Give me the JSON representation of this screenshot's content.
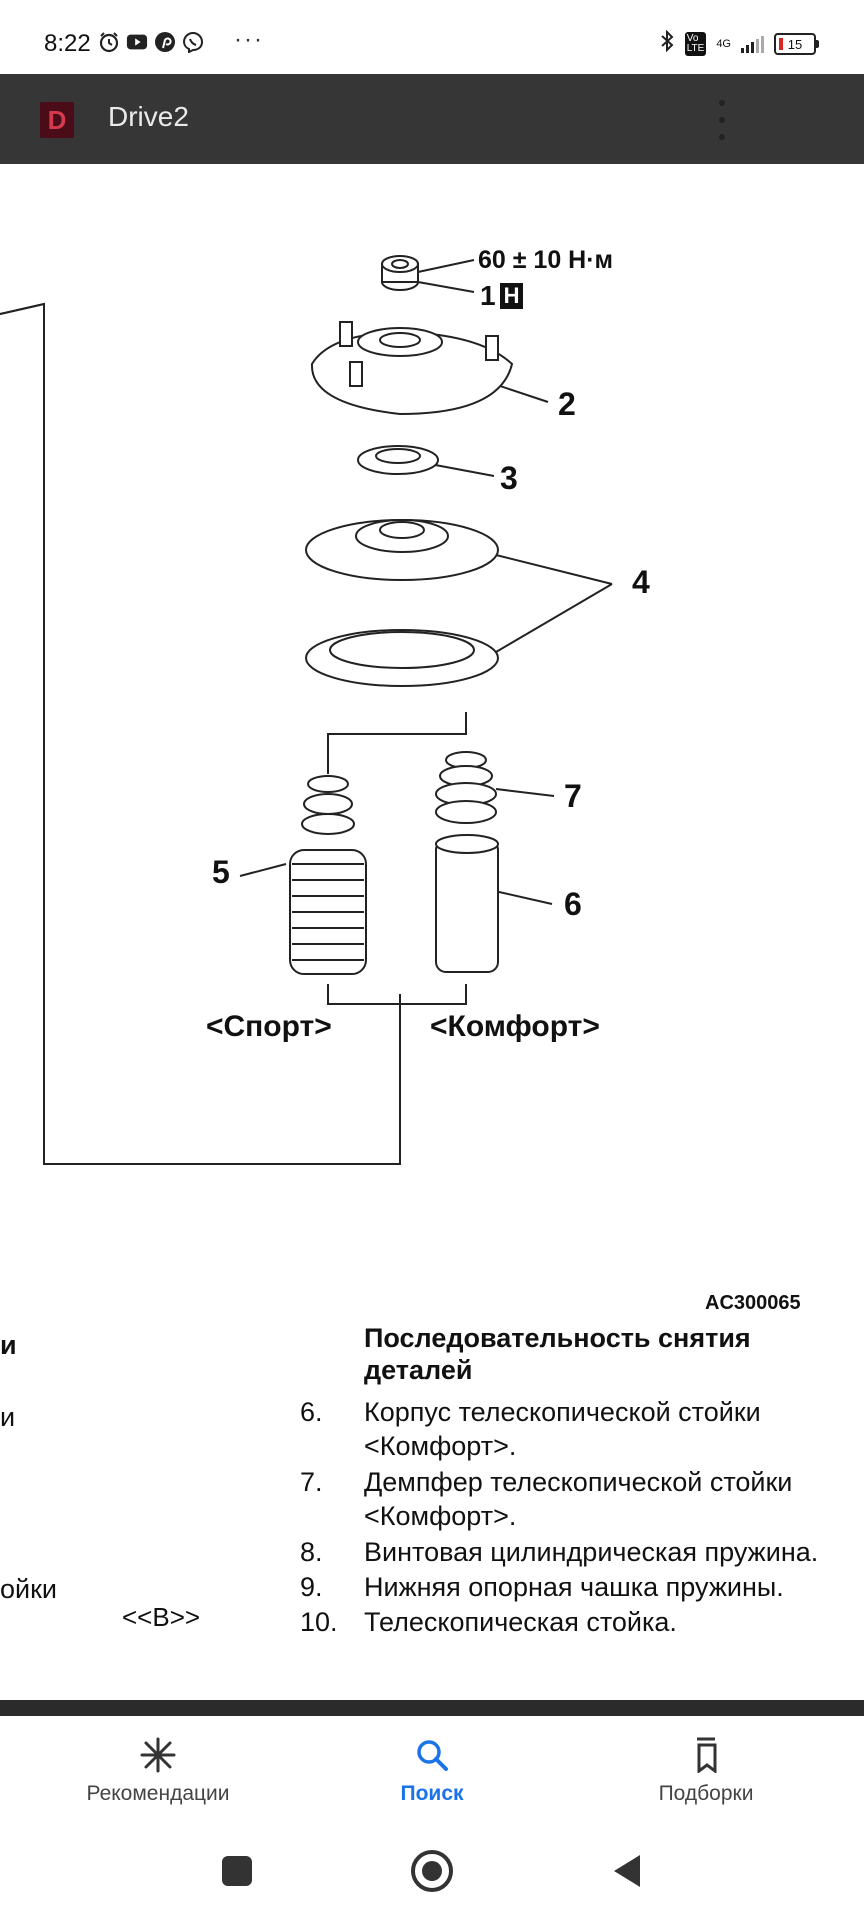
{
  "status_bar": {
    "time": "8:22",
    "left_icons": [
      "alarm-icon",
      "youtube-icon",
      "pinterest-icon",
      "viber-icon"
    ],
    "more": "···",
    "network": "4G",
    "battery": "15"
  },
  "app_bar": {
    "logo": "D",
    "title": "Drive2"
  },
  "diagram": {
    "torque": "60 ± 10 Н·м",
    "nut_label": "1",
    "nut_badge": "H",
    "callouts": [
      "2",
      "3",
      "4",
      "5",
      "6",
      "7"
    ],
    "sport_label": "<Спорт>",
    "comfort_label": "<Комфорт>"
  },
  "text_block": {
    "code": "AC300065",
    "section_title": "Последовательность снятия деталей",
    "items": [
      {
        "num": "6.",
        "text": "Корпус телескопической стойки <Комфорт>."
      },
      {
        "num": "7.",
        "text": "Демпфер телескопической стойки <Комфорт>."
      },
      {
        "num": "8.",
        "text": "Винтовая цилиндрическая пружина."
      },
      {
        "num": "9.",
        "text": "Нижняя опорная чашка пружины."
      },
      {
        "num": "10.",
        "text": "Телескопическая стойка."
      }
    ],
    "left_fragment_1": "и",
    "left_fragment_2": "и",
    "left_fragment_3": "ойки",
    "b_sign": "<<B>>"
  },
  "bottom_nav": {
    "items": [
      {
        "label": "Рекомендации",
        "icon": "asterisk-icon",
        "active": false
      },
      {
        "label": "Поиск",
        "icon": "search-icon",
        "active": true
      },
      {
        "label": "Подборки",
        "icon": "bookmarks-icon",
        "active": false
      }
    ],
    "accent": "#1a73e8"
  },
  "system_nav": [
    "recents-square-icon",
    "home-circle-icon",
    "back-triangle-icon"
  ]
}
